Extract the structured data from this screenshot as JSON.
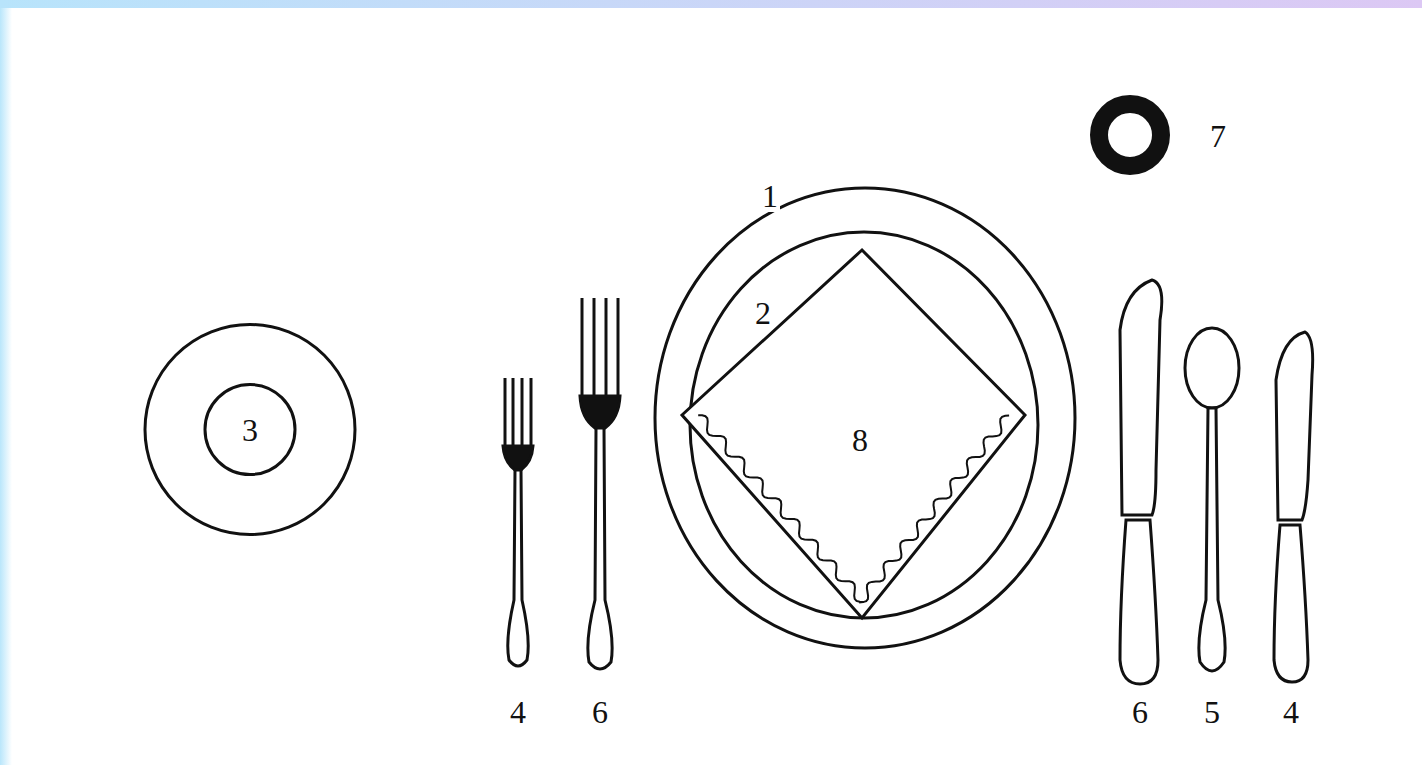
{
  "diagram": {
    "nodes": [
      {
        "text": [
          "1"
        ]
      },
      {
        "text": [
          "2"
        ],
        "in": 0
      },
      {
        "text": [
          "3"
        ]
      },
      {
        "text": [
          "8"
        ],
        "in": 1
      }
    ],
    "labels": [
      "7",
      "4",
      "6",
      "6",
      "5",
      "4"
    ]
  }
}
